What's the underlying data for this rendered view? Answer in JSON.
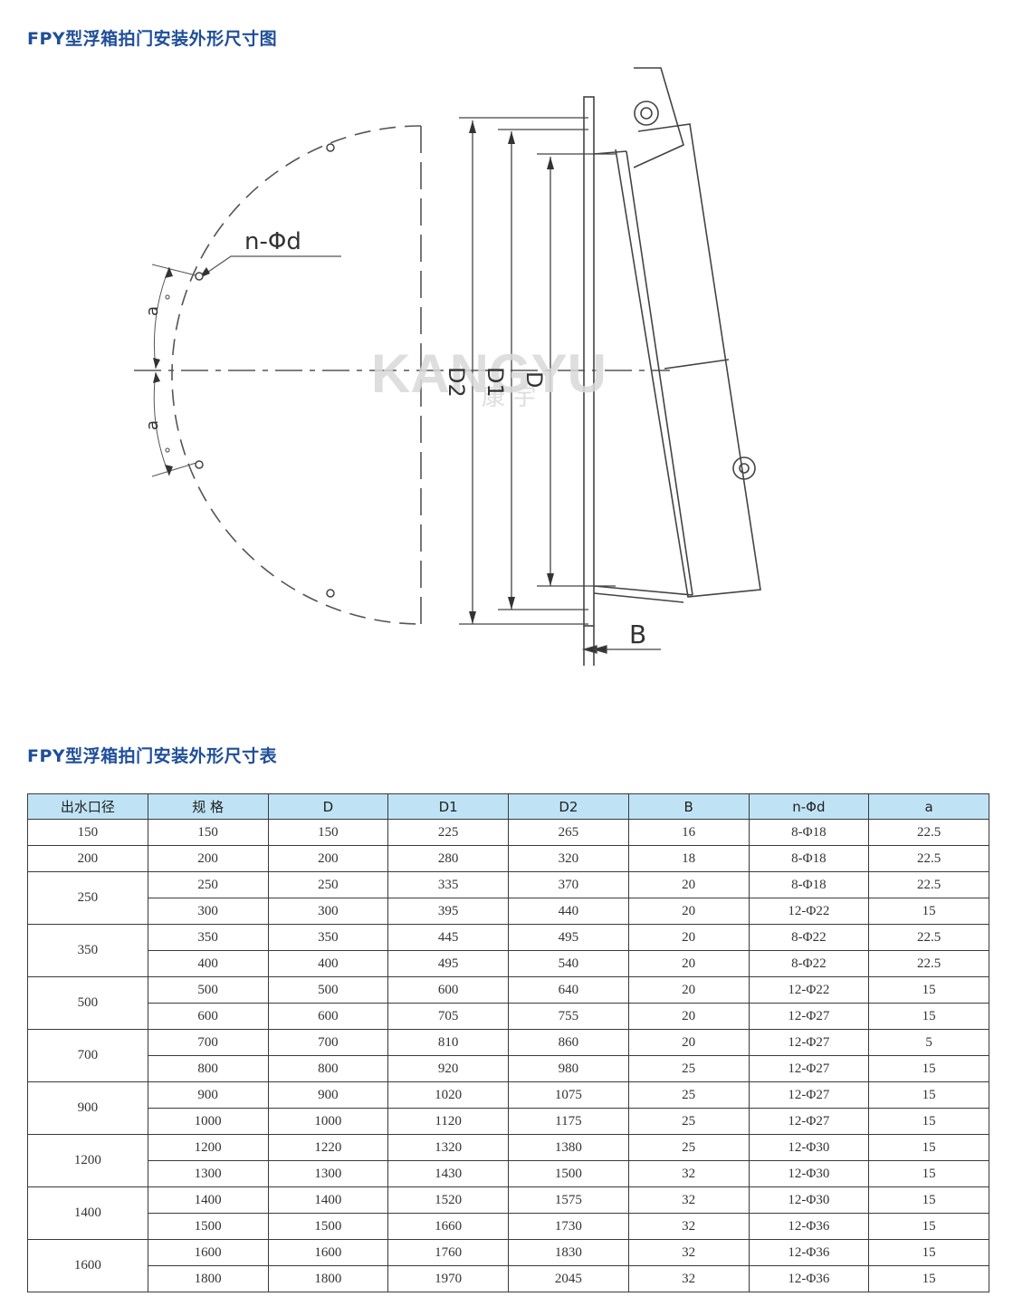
{
  "titles": {
    "drawing": "FPY型浮箱拍门安装外形尺寸图",
    "table": "FPY型浮箱拍门安装外形尺寸表"
  },
  "drawing_labels": {
    "n_phi_d": "n-Φd",
    "a_top": "a",
    "a_bottom": "a",
    "D2": "D2",
    "D1": "D1",
    "D": "D",
    "B": "B"
  },
  "watermark": {
    "latin": "KANGYU",
    "cn": "康 宇"
  },
  "table": {
    "headers": [
      "出水口径",
      "规 格",
      "D",
      "D1",
      "D2",
      "B",
      "n-Φd",
      "a"
    ],
    "groups": [
      {
        "outlet": "150",
        "rows": [
          [
            "150",
            "150",
            "225",
            "265",
            "16",
            "8-Φ18",
            "22.5"
          ]
        ]
      },
      {
        "outlet": "200",
        "rows": [
          [
            "200",
            "200",
            "280",
            "320",
            "18",
            "8-Φ18",
            "22.5"
          ]
        ]
      },
      {
        "outlet": "250",
        "rows": [
          [
            "250",
            "250",
            "335",
            "370",
            "20",
            "8-Φ18",
            "22.5"
          ],
          [
            "300",
            "300",
            "395",
            "440",
            "20",
            "12-Φ22",
            "15"
          ]
        ]
      },
      {
        "outlet": "350",
        "rows": [
          [
            "350",
            "350",
            "445",
            "495",
            "20",
            "8-Φ22",
            "22.5"
          ],
          [
            "400",
            "400",
            "495",
            "540",
            "20",
            "8-Φ22",
            "22.5"
          ]
        ]
      },
      {
        "outlet": "500",
        "rows": [
          [
            "500",
            "500",
            "600",
            "640",
            "20",
            "12-Φ22",
            "15"
          ],
          [
            "600",
            "600",
            "705",
            "755",
            "20",
            "12-Φ27",
            "15"
          ]
        ]
      },
      {
        "outlet": "700",
        "rows": [
          [
            "700",
            "700",
            "810",
            "860",
            "20",
            "12-Φ27",
            "5"
          ],
          [
            "800",
            "800",
            "920",
            "980",
            "25",
            "12-Φ27",
            "15"
          ]
        ]
      },
      {
        "outlet": "900",
        "rows": [
          [
            "900",
            "900",
            "1020",
            "1075",
            "25",
            "12-Φ27",
            "15"
          ],
          [
            "1000",
            "1000",
            "1120",
            "1175",
            "25",
            "12-Φ27",
            "15"
          ]
        ]
      },
      {
        "outlet": "1200",
        "rows": [
          [
            "1200",
            "1220",
            "1320",
            "1380",
            "25",
            "12-Φ30",
            "15"
          ],
          [
            "1300",
            "1300",
            "1430",
            "1500",
            "32",
            "12-Φ30",
            "15"
          ]
        ]
      },
      {
        "outlet": "1400",
        "rows": [
          [
            "1400",
            "1400",
            "1520",
            "1575",
            "32",
            "12-Φ30",
            "15"
          ],
          [
            "1500",
            "1500",
            "1660",
            "1730",
            "32",
            "12-Φ36",
            "15"
          ]
        ]
      },
      {
        "outlet": "1600",
        "rows": [
          [
            "1600",
            "1600",
            "1760",
            "1830",
            "32",
            "12-Φ36",
            "15"
          ],
          [
            "1800",
            "1800",
            "1970",
            "2045",
            "32",
            "12-Φ36",
            "15"
          ]
        ]
      }
    ]
  }
}
